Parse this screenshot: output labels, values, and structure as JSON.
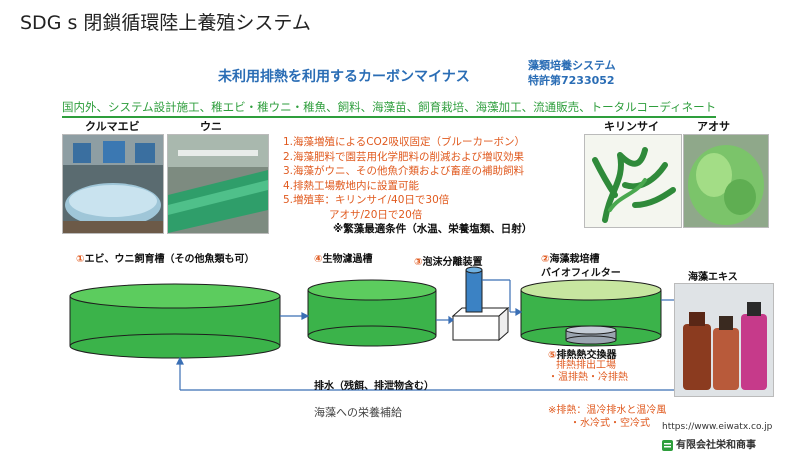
{
  "title": "SDG s 閉鎖循環陸上養殖システム",
  "subtitle": "未利用排熱を利用するカーボンマイナス",
  "sidenote": {
    "line1": "藻類培養システム",
    "line2": "特許第7233052"
  },
  "banner": "国内外、システム設計施工、稚エビ・稚ウニ・稚魚、飼料、海藻苗、飼育栽培、海藻加工、流通販売、トータルコーディネート",
  "photos": {
    "shrimp": "クルマエビ",
    "urchin": "ウニ",
    "kirinsai": "キリンサイ",
    "aosa": "アオサ",
    "extract": "海藻エキス"
  },
  "points": [
    "1.海藻増殖によるCO2吸収固定（ブルーカーボン）",
    "2.海藻肥料で園芸用化学肥料の削減および増収効果",
    "3.海藻がウニ、その他魚介類および畜産の補助飼料",
    "4.排熱工場敷地内に設置可能",
    "5.増殖率：キリンサイ/40日で30倍",
    "アオサ/20日で20倍",
    "※繁藻最適条件（水温、栄養塩類、日射）"
  ],
  "stages": {
    "s1_num": "①",
    "s1_label": "エビ、ウニ飼育槽（その他魚類も可）",
    "s4_num": "④",
    "s4_label": "生物濾過槽",
    "s3_num": "③",
    "s3_label": "泡沫分離装置",
    "s2_num": "②",
    "s2_label": "海藻栽培槽",
    "s2_sub": "バイオフィルター",
    "s5_num": "⑤",
    "s5_label": "排熱熱交換器",
    "s5_sub1": "排熱排出工場",
    "s5_sub2": "・温排熱・冷排熱"
  },
  "drain": "排水（残餌、排泄物含む）",
  "nutrient": "海藻への栄養補給",
  "note": {
    "line1": "※排熱：温冷排水と温冷風",
    "line2": "・水冷式・空冷式"
  },
  "footer": {
    "url": "https://www.eiwatx.co.jp",
    "company": "有限会社栄和商事"
  },
  "colors": {
    "tank": "#3bb34a",
    "tank_top": "#5ccc5e",
    "pipe": "#3b6fb5",
    "accent": "#e05a1f",
    "banner": "#2e9e3c"
  }
}
